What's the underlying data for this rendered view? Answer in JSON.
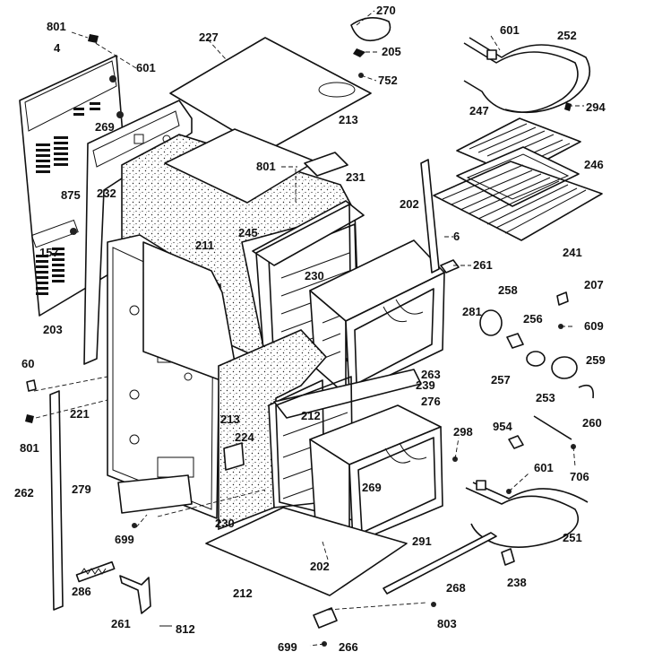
{
  "diagram": {
    "labels": [
      {
        "id": "l1",
        "text": "801"
      },
      {
        "id": "l2",
        "text": "4"
      },
      {
        "id": "l3",
        "text": "601"
      },
      {
        "id": "l4",
        "text": "269"
      },
      {
        "id": "l5",
        "text": "227"
      },
      {
        "id": "l6",
        "text": "270"
      },
      {
        "id": "l7",
        "text": "205"
      },
      {
        "id": "l8",
        "text": "752"
      },
      {
        "id": "l9",
        "text": "601"
      },
      {
        "id": "l10",
        "text": "252"
      },
      {
        "id": "l11",
        "text": "294"
      },
      {
        "id": "l12",
        "text": "247"
      },
      {
        "id": "l13",
        "text": "246"
      },
      {
        "id": "l14",
        "text": "213"
      },
      {
        "id": "l15",
        "text": "801"
      },
      {
        "id": "l16",
        "text": "231"
      },
      {
        "id": "l17",
        "text": "232"
      },
      {
        "id": "l18",
        "text": "875"
      },
      {
        "id": "l19",
        "text": "157"
      },
      {
        "id": "l20",
        "text": "245"
      },
      {
        "id": "l21",
        "text": "202"
      },
      {
        "id": "l22",
        "text": "6"
      },
      {
        "id": "l23",
        "text": "241"
      },
      {
        "id": "l24",
        "text": "211"
      },
      {
        "id": "l25",
        "text": "230"
      },
      {
        "id": "l26",
        "text": "261"
      },
      {
        "id": "l27",
        "text": "207"
      },
      {
        "id": "l28",
        "text": "203"
      },
      {
        "id": "l29",
        "text": "258"
      },
      {
        "id": "l30",
        "text": "281"
      },
      {
        "id": "l31",
        "text": "609"
      },
      {
        "id": "l32",
        "text": "256"
      },
      {
        "id": "l33",
        "text": "60"
      },
      {
        "id": "l34",
        "text": "263"
      },
      {
        "id": "l35",
        "text": "259"
      },
      {
        "id": "l36",
        "text": "257"
      },
      {
        "id": "l37",
        "text": "239"
      },
      {
        "id": "l38",
        "text": "221"
      },
      {
        "id": "l39",
        "text": "276"
      },
      {
        "id": "l40",
        "text": "253"
      },
      {
        "id": "l41",
        "text": "260"
      },
      {
        "id": "l42",
        "text": "213"
      },
      {
        "id": "l43",
        "text": "212"
      },
      {
        "id": "l44",
        "text": "801"
      },
      {
        "id": "l45",
        "text": "224"
      },
      {
        "id": "l46",
        "text": "298"
      },
      {
        "id": "l47",
        "text": "954"
      },
      {
        "id": "l48",
        "text": "601"
      },
      {
        "id": "l49",
        "text": "706"
      },
      {
        "id": "l50",
        "text": "262"
      },
      {
        "id": "l51",
        "text": "279"
      },
      {
        "id": "l52",
        "text": "269"
      },
      {
        "id": "l53",
        "text": "230"
      },
      {
        "id": "l54",
        "text": "699"
      },
      {
        "id": "l55",
        "text": "202"
      },
      {
        "id": "l56",
        "text": "291"
      },
      {
        "id": "l57",
        "text": "251"
      },
      {
        "id": "l58",
        "text": "286"
      },
      {
        "id": "l59",
        "text": "212"
      },
      {
        "id": "l60",
        "text": "268"
      },
      {
        "id": "l61",
        "text": "238"
      },
      {
        "id": "l62",
        "text": "261"
      },
      {
        "id": "l63",
        "text": "812"
      },
      {
        "id": "l64",
        "text": "803"
      },
      {
        "id": "l65",
        "text": "699"
      },
      {
        "id": "l66",
        "text": "266"
      }
    ]
  }
}
